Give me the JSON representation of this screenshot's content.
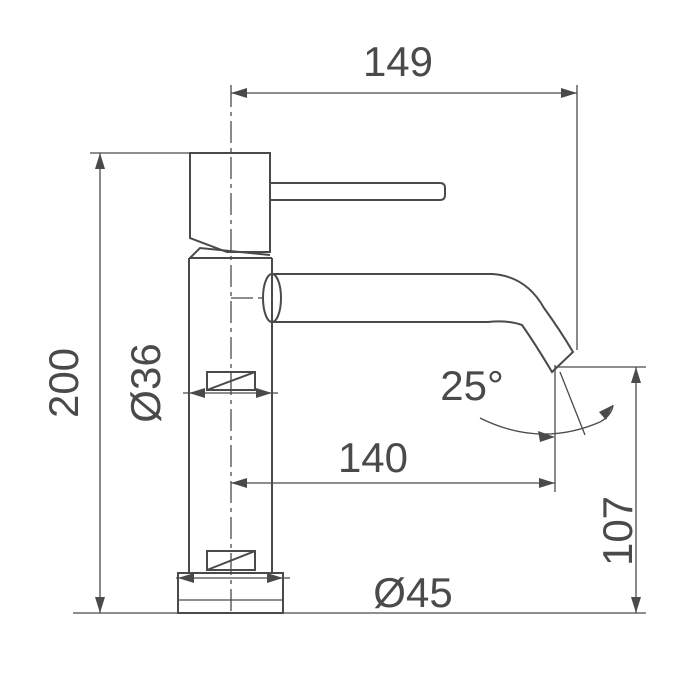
{
  "diagram": {
    "dimensions": {
      "total_reach": "149",
      "spout_reach": "140",
      "total_height": "200",
      "spout_height": "107",
      "body_diameter": "Ø36",
      "base_diameter": "Ø45",
      "spout_angle": "25°"
    },
    "colors": {
      "stroke": "#4a4a4a",
      "background": "#ffffff"
    }
  }
}
